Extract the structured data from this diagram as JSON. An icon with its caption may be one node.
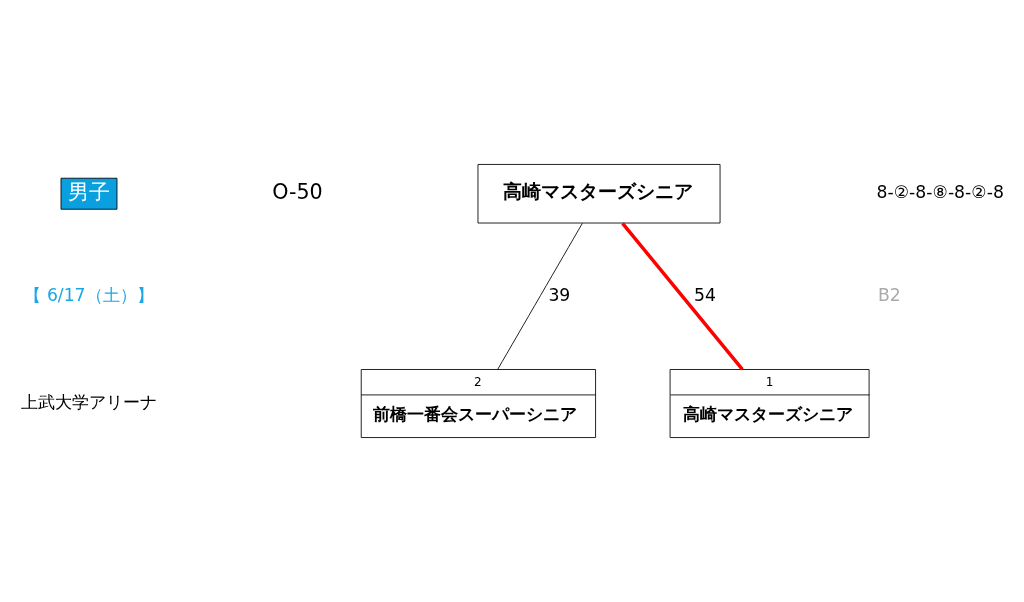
{
  "diagram": {
    "nodes": [
      {
        "text": [
          "高崎マスターズシニア"
        ]
      },
      {
        "text": [
          "1",
          "高崎マスターズシニア"
        ]
      },
      {
        "text": [
          "2",
          "前橋一番会スーパーシニア"
        ]
      }
    ],
    "edges": [
      {
        "from": 1,
        "to": 0,
        "arrow": "none",
        "label": "54",
        "style": "thick",
        "color": "#ff0000"
      },
      {
        "from": 2,
        "to": 0,
        "arrow": "none",
        "label": "39",
        "color": "#000000"
      }
    ],
    "labels": [
      "男子",
      "O-50",
      "【 6/17（土）】",
      "上武大学アリーナ",
      "8-②-8-⑧-8-②-8",
      "B2"
    ]
  }
}
